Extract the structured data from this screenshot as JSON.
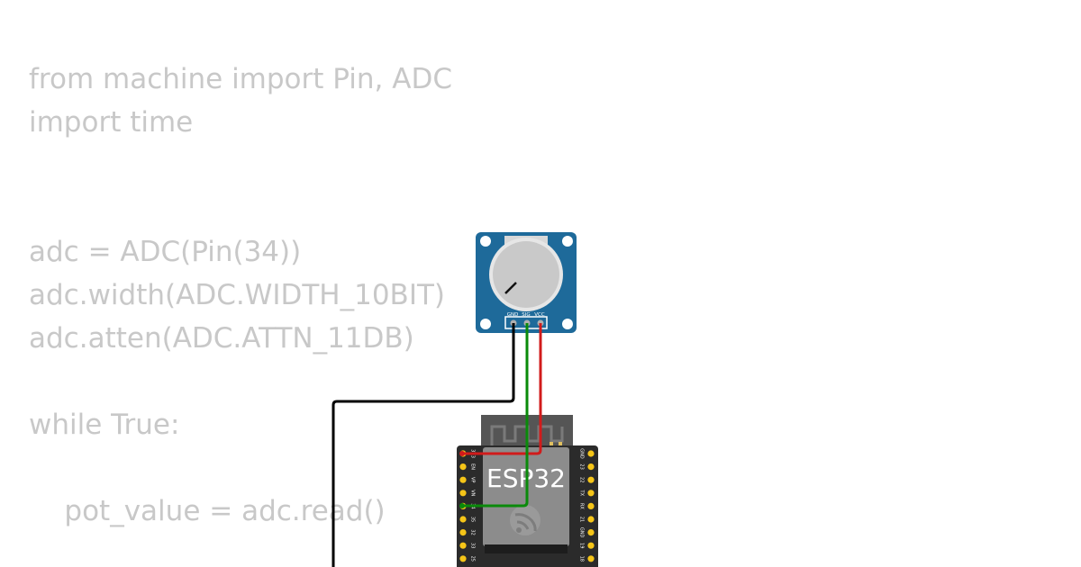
{
  "code": {
    "lines": [
      "from machine import Pin, ADC",
      "import time",
      "adc = ADC(Pin(34))",
      "adc.width(ADC.WIDTH_10BIT)",
      "adc.atten(ADC.ATTN_11DB)",
      "while True:",
      "    pot_value = adc.read()"
    ]
  },
  "potentiometer": {
    "pins": [
      "GND",
      "SIG",
      "VCC"
    ]
  },
  "esp32": {
    "label": "ESP32",
    "left_pins": [
      "3V3",
      "EN",
      "VP",
      "VN",
      "34",
      "35",
      "32",
      "33",
      "25"
    ],
    "right_pins": [
      "GND",
      "23",
      "22",
      "TX",
      "RX",
      "21",
      "GND",
      "19",
      "18"
    ]
  },
  "colors": {
    "code_text": "#c8c8c8",
    "pot_board": "#1e6a9a",
    "knob": "#c9c9c9",
    "esp_board": "#2b2b2b",
    "esp_module": "#8c8c8c",
    "wire_gnd": "#000000",
    "wire_sig": "#0a8a0a",
    "wire_vcc": "#d11b1b",
    "pin_gold": "#f5c518"
  }
}
